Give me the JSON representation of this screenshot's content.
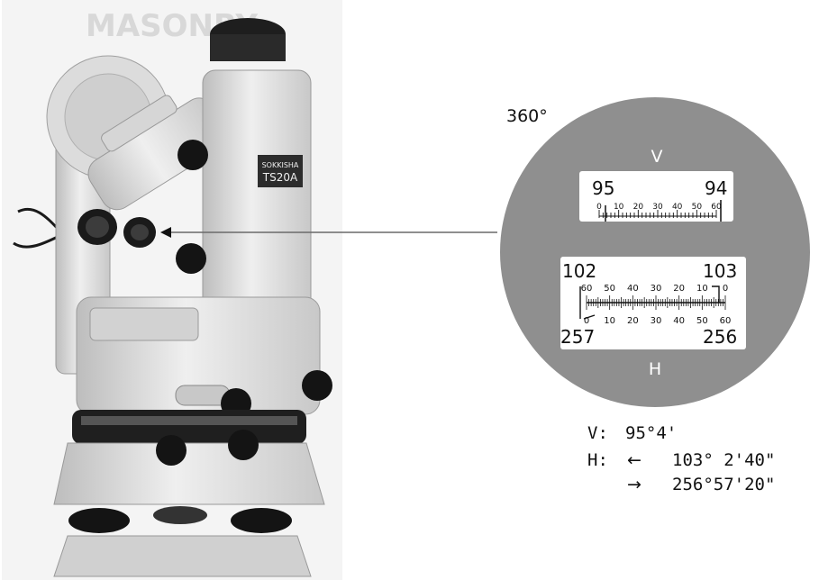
{
  "diagram": {
    "label_360": "360°",
    "reticle": {
      "v_letter": "V",
      "h_letter": "H",
      "v_scale": {
        "left_number": "95",
        "right_number": "94",
        "ticks": [
          "0",
          "10",
          "20",
          "30",
          "40",
          "50",
          "60"
        ]
      },
      "h_scale": {
        "top_left": "102",
        "top_right": "103",
        "bottom_left": "257",
        "bottom_right": "256",
        "upper_ticks": [
          "60",
          "50",
          "40",
          "30",
          "20",
          "10",
          "0"
        ],
        "lower_ticks": [
          "0",
          "10",
          "20",
          "30",
          "40",
          "50",
          "60"
        ]
      }
    },
    "readings": {
      "v_label": "V:",
      "v_value": "95°4'",
      "h_label": "H:",
      "h_left_arrow": "←",
      "h_value_1": "103° 2'40\"",
      "h_right_arrow": "→",
      "h_value_2": "256°57'20\""
    },
    "instrument_plate_text": [
      "SOKKISHA",
      "TS20A"
    ],
    "colors": {
      "reticle_disc": "#8f8f8f",
      "instrument_body": "#e4e4e4",
      "knob": "#141414"
    }
  }
}
